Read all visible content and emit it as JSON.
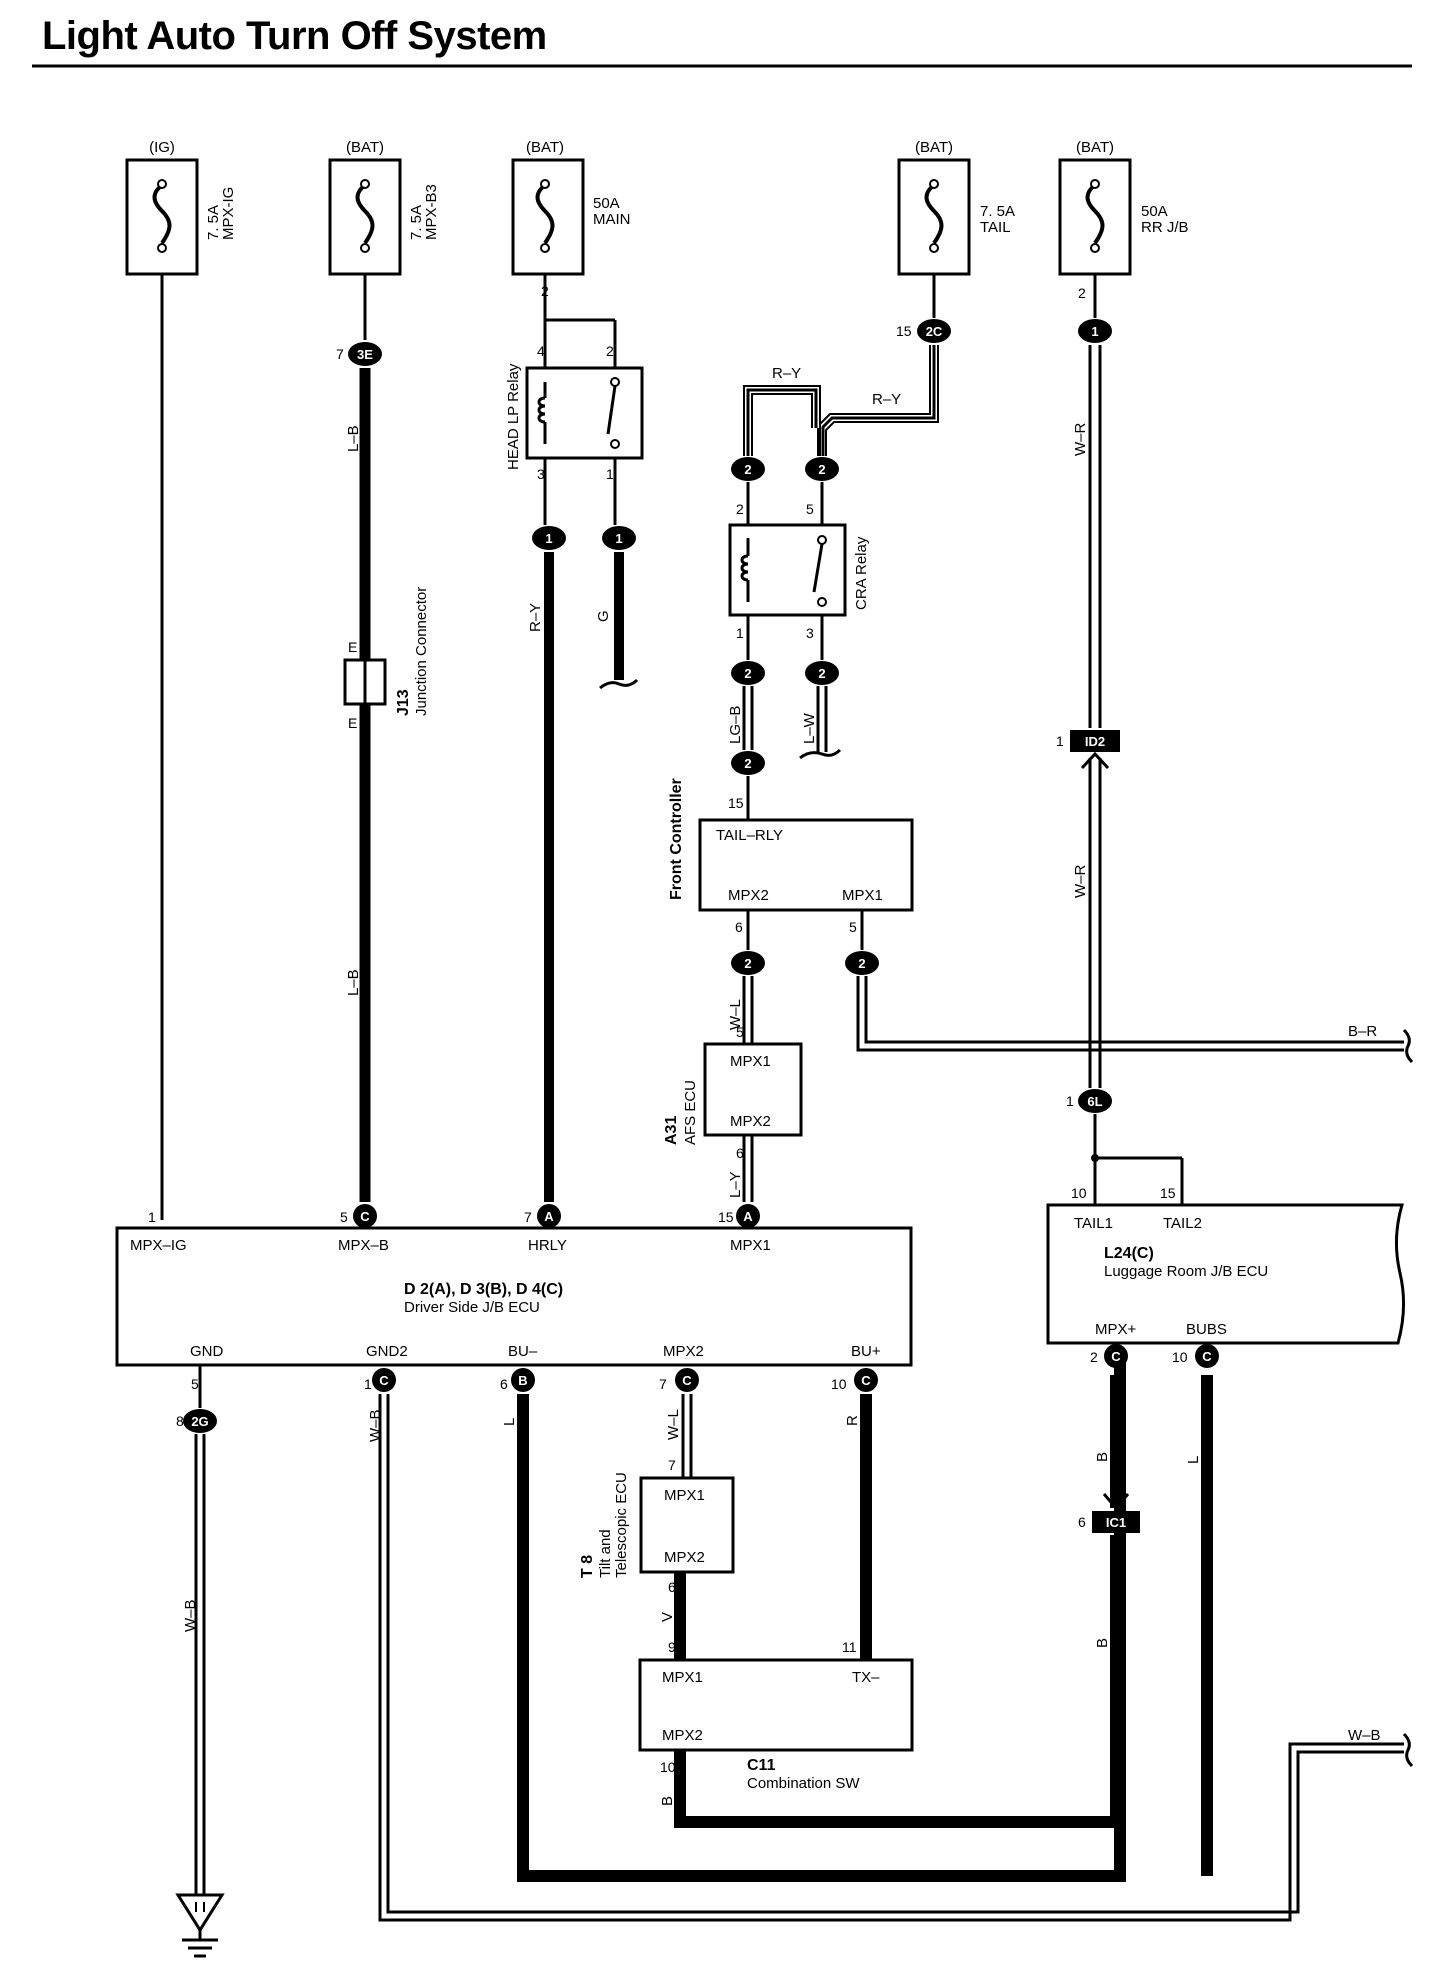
{
  "title": "Light Auto Turn Off System",
  "fuses": [
    {
      "source": "(IG)",
      "amp": "7. 5A",
      "name": "MPX-IG"
    },
    {
      "source": "(BAT)",
      "amp": "7. 5A",
      "name": "MPX-B3"
    },
    {
      "source": "(BAT)",
      "amp": "50A",
      "name": "MAIN"
    },
    {
      "source": "(BAT)",
      "amp": "7. 5A",
      "name": "TAIL"
    },
    {
      "source": "(BAT)",
      "amp": "50A",
      "name": "RR J/B"
    }
  ],
  "relays": {
    "headlp": "HEAD LP Relay",
    "cra": "CRA Relay"
  },
  "junction": {
    "id": "J13",
    "name": "Junction Connector",
    "pin": "E"
  },
  "wires": {
    "lb": "L–B",
    "ry": "R–Y",
    "g": "G",
    "wr": "W–R",
    "lgb": "LG–B",
    "lw": "L–W",
    "wl": "W–L",
    "br": "B–R",
    "ly": "L–Y",
    "wb": "W–B",
    "l": "L",
    "r": "R",
    "b": "B",
    "v": "V"
  },
  "connectors": {
    "c3E": "3E",
    "c2C": "2C",
    "c1": "1",
    "c2": "2",
    "cID2": "ID2",
    "c6L": "6L",
    "cA": "A",
    "cC": "C",
    "cB": "B",
    "c2G": "2G",
    "cIC1": "IC1"
  },
  "pins": [
    "1",
    "2",
    "3",
    "4",
    "5",
    "6",
    "7",
    "8",
    "9",
    "10",
    "11",
    "15"
  ],
  "front_controller": {
    "name": "Front Controller",
    "tail": "TAIL–RLY",
    "mpx2": "MPX2",
    "mpx1": "MPX1"
  },
  "afs_ecu": {
    "id": "A31",
    "name": "AFS ECU",
    "mpx1": "MPX1",
    "mpx2": "MPX2"
  },
  "driver_ecu": {
    "id": "D 2(A), D 3(B), D 4(C)",
    "name": "Driver Side J/B ECU",
    "mpxig": "MPX–IG",
    "mpxb": "MPX–B",
    "hrly": "HRLY",
    "mpx1": "MPX1",
    "gnd": "GND",
    "gnd2": "GND2",
    "bum": "BU–",
    "mpx2": "MPX2",
    "bup": "BU+"
  },
  "luggage_ecu": {
    "id": "L24(C)",
    "name": "Luggage Room J/B ECU",
    "tail1": "TAIL1",
    "tail2": "TAIL2",
    "mpxp": "MPX+",
    "bubs": "BUBS"
  },
  "tilt_ecu": {
    "id": "T 8",
    "name1": "Tilt and",
    "name2": "Telescopic ECU",
    "mpx1": "MPX1",
    "mpx2": "MPX2"
  },
  "combo_sw": {
    "id": "C11",
    "name": "Combination SW",
    "mpx1": "MPX1",
    "txm": "TX–",
    "mpx2": "MPX2"
  }
}
